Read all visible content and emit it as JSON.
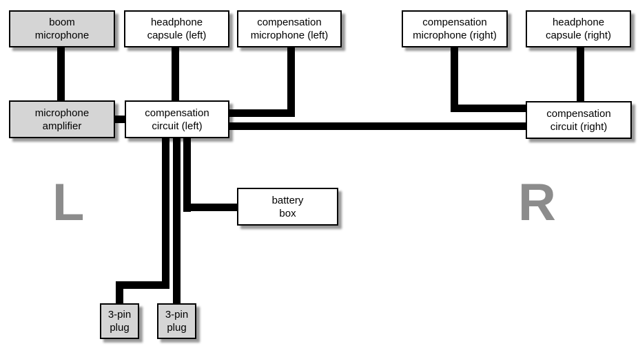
{
  "diagram": {
    "type": "block-wiring-diagram",
    "side_labels": {
      "left": "L",
      "right": "R"
    },
    "nodes": {
      "boom_mic": {
        "label": "boom microphone",
        "lines": [
          "boom",
          "microphone"
        ],
        "fill": "gray"
      },
      "hp_capsule_left": {
        "label": "headphone capsule (left)",
        "lines": [
          "headphone",
          "capsule (left)"
        ],
        "fill": "white"
      },
      "comp_mic_left": {
        "label": "compensation microphone (left)",
        "lines": [
          "compensation",
          "microphone (left)"
        ],
        "fill": "white"
      },
      "comp_mic_right": {
        "label": "compensation microphone (right)",
        "lines": [
          "compensation",
          "microphone (right)"
        ],
        "fill": "white"
      },
      "hp_capsule_right": {
        "label": "headphone capsule (right)",
        "lines": [
          "headphone",
          "capsule (right)"
        ],
        "fill": "white"
      },
      "mic_amp": {
        "label": "microphone amplifier",
        "lines": [
          "microphone",
          "amplifier"
        ],
        "fill": "gray"
      },
      "comp_circuit_left": {
        "label": "compensation circuit (left)",
        "lines": [
          "compensation",
          "circuit (left)"
        ],
        "fill": "white"
      },
      "comp_circuit_right": {
        "label": "compensation circuit (right)",
        "lines": [
          "compensation",
          "circuit (right)"
        ],
        "fill": "white"
      },
      "battery_box": {
        "label": "battery box",
        "lines": [
          "battery",
          "box"
        ],
        "fill": "white"
      },
      "plug_left": {
        "label": "3-pin plug",
        "lines": [
          "3-pin",
          "plug"
        ],
        "fill": "gray"
      },
      "plug_right": {
        "label": "3-pin plug",
        "lines": [
          "3-pin",
          "plug"
        ],
        "fill": "gray"
      }
    },
    "edges": [
      {
        "from": "boom microphone",
        "to": "microphone amplifier"
      },
      {
        "from": "headphone capsule (left)",
        "to": "compensation circuit (left)"
      },
      {
        "from": "compensation microphone (left)",
        "to": "compensation circuit (left)"
      },
      {
        "from": "microphone amplifier",
        "to": "compensation circuit (left)"
      },
      {
        "from": "compensation circuit (left)",
        "to": "compensation circuit (right)"
      },
      {
        "from": "compensation microphone (right)",
        "to": "compensation circuit (right)"
      },
      {
        "from": "headphone capsule (right)",
        "to": "compensation circuit (right)"
      },
      {
        "from": "compensation circuit (left)",
        "to": "battery box"
      },
      {
        "from": "compensation circuit (left)",
        "to": "3-pin plug (left)"
      },
      {
        "from": "compensation circuit (left)",
        "to": "3-pin plug (right)"
      }
    ],
    "colors": {
      "background": "#ffffff",
      "node_fill_gray": "#d5d5d5",
      "node_fill_white": "#ffffff",
      "node_border": "#000000",
      "connector": "#000000",
      "side_label_gray": "#8c8c8c"
    }
  }
}
